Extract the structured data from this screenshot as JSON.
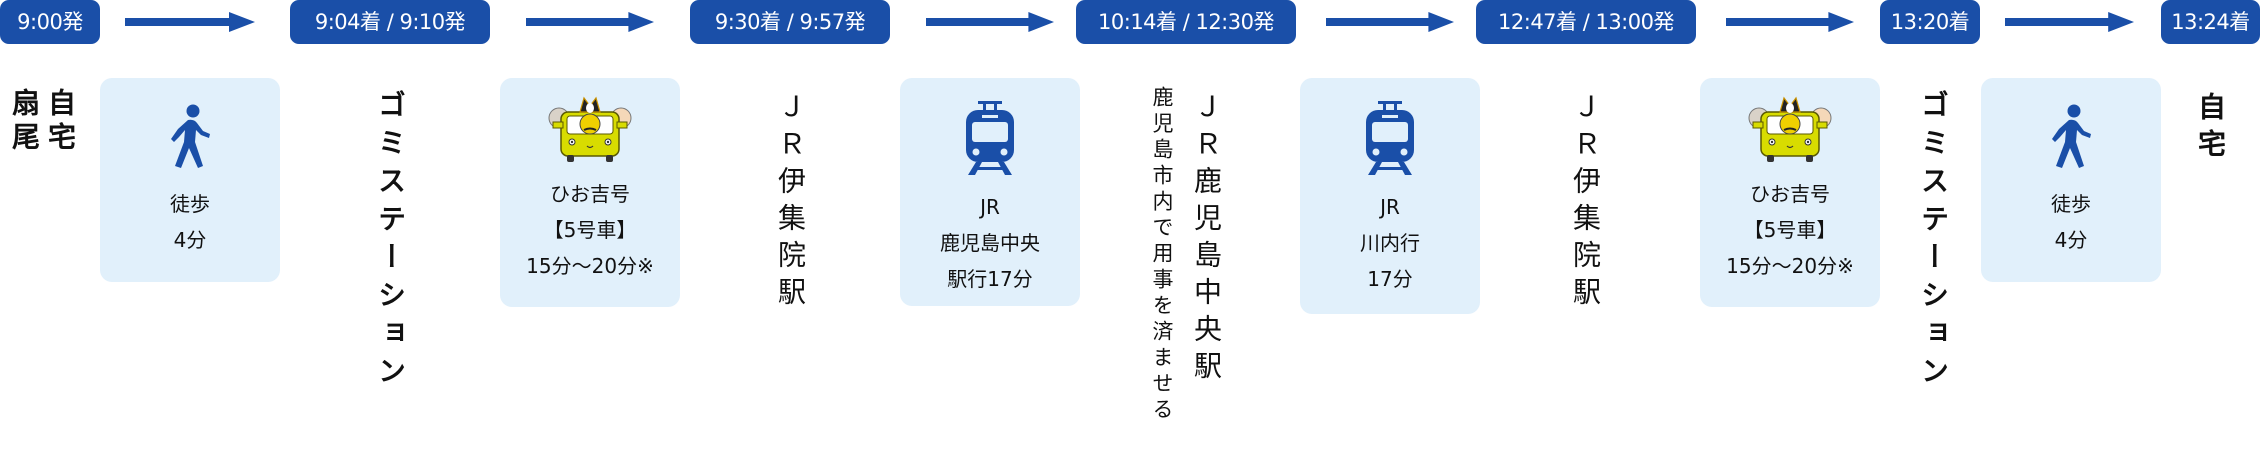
{
  "colors": {
    "accent": "#1a4fa8",
    "card_bg": "#e1f0fb",
    "text": "#111111",
    "badge_text": "#ffffff",
    "van_body": "#d8dc00"
  },
  "timeline": {
    "times": [
      "9:00発",
      "9:04着 / 9:10発",
      "9:30着 / 9:57発",
      "10:14着 / 12:30発",
      "12:47着 / 13:00発",
      "13:20着",
      "13:24着"
    ],
    "arrow_icon": "right-arrow-icon",
    "stops": [
      {
        "lines": [
          "自宅",
          "扇尾"
        ]
      },
      {
        "lines": [
          "ゴミステーション"
        ]
      },
      {
        "lines": [
          "ＪＲ伊集院駅"
        ]
      },
      {
        "lines": [
          "ＪＲ鹿児島中央駅"
        ],
        "note": "鹿児島市内で用事を済ませる"
      },
      {
        "lines": [
          "ＪＲ伊集院駅"
        ]
      },
      {
        "lines": [
          "ゴミステーション"
        ]
      },
      {
        "lines": [
          "自宅"
        ]
      }
    ],
    "legs": [
      {
        "icon": "walking-person-icon",
        "lines": [
          "徒歩",
          "4分"
        ]
      },
      {
        "icon": "community-van-icon",
        "lines": [
          "ひお吉号",
          "【5号車】",
          "15分～20分※"
        ]
      },
      {
        "icon": "train-icon",
        "lines": [
          "JR",
          "鹿児島中央",
          "駅行17分"
        ]
      },
      {
        "icon": "train-icon",
        "lines": [
          "JR",
          "川内行",
          "17分"
        ]
      },
      {
        "icon": "community-van-icon",
        "lines": [
          "ひお吉号",
          "【5号車】",
          "15分～20分※"
        ]
      },
      {
        "icon": "walking-person-icon",
        "lines": [
          "徒歩",
          "4分"
        ]
      }
    ]
  }
}
